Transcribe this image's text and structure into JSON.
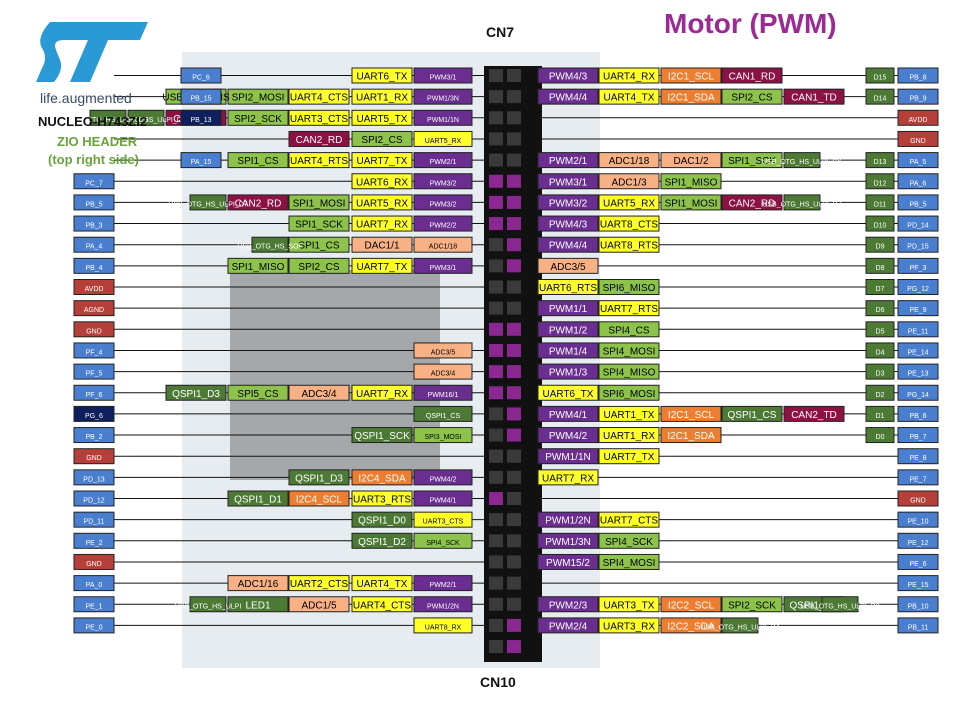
{
  "header": {
    "title": "Motor (PWM)",
    "cn_top": "CN7",
    "cn_bottom": "CN10",
    "brand": "life.augmented",
    "board": "NUCLEO-H743ZI2",
    "zio_line1": "ZIO HEADER",
    "zio_line2": "(top right side)"
  },
  "colors": {
    "title": "#9c2a94",
    "blue": "#4a7fd0",
    "green_light": "#8dc34a",
    "green_dark": "#4c7a35",
    "red": "#b5403a",
    "navy": "#0d1f5c",
    "yellow": "#ffff2a",
    "purple": "#6a2d90",
    "salmon": "#f7b184",
    "orange": "#ed7d2f",
    "maroon": "#8c1243",
    "pin_magenta": "#8b2790"
  },
  "rows_left": [
    {
      "pin": "PC_6",
      "cells": [
        {
          "t": "UART6_TX",
          "c": "yellow"
        },
        {
          "t": "PWM3/1",
          "c": "purple"
        }
      ]
    },
    {
      "pin": "PB_15",
      "cells": [
        {
          "t": "USB_OTG_HS",
          "c": "green_light"
        },
        {
          "t": "SPI2_MOSI",
          "c": "green_light"
        },
        {
          "t": "UART4_CTS",
          "c": "yellow"
        },
        {
          "t": "UART1_RX",
          "c": "yellow"
        },
        {
          "t": "PWM1/3N",
          "c": "purple"
        }
      ]
    },
    {
      "pin": "PB_13",
      "cells": [
        {
          "t": "USB_OTG_HS_ULPI_D6",
          "c": "green_dark"
        },
        {
          "t": "USB_OTG_HS_ULPI_D3",
          "c": "green_dark"
        },
        {
          "t": "CAN2_TD",
          "c": "maroon"
        },
        {
          "t": "SPI2_SCK",
          "c": "green_light"
        },
        {
          "t": "UART3_CTS",
          "c": "yellow"
        },
        {
          "t": "UART5_TX",
          "c": "yellow"
        },
        {
          "t": "PWM1/1N",
          "c": "purple"
        }
      ]
    },
    {
      "pin": "",
      "cells": [
        {
          "t": "CAN2_RD",
          "c": "maroon"
        },
        {
          "t": "SPI2_CS",
          "c": "green_light"
        },
        {
          "t": "UART5_RX",
          "c": "yellow"
        }
      ]
    },
    {
      "pin": "PA_15",
      "cells": [
        {
          "t": "SPI1_CS",
          "c": "green_light"
        },
        {
          "t": "UART4_RTS",
          "c": "yellow"
        },
        {
          "t": "UART7_TX",
          "c": "yellow"
        },
        {
          "t": "PWM2/1",
          "c": "purple"
        }
      ]
    },
    {
      "pin": "PC_7",
      "cells": [
        {
          "t": "UART6_RX",
          "c": "yellow"
        },
        {
          "t": "PWM3/2",
          "c": "purple"
        }
      ]
    },
    {
      "pin": "PB_5",
      "cells": [
        {
          "t": "USB_OTG_HS_ULPI_D7",
          "c": "green_dark"
        },
        {
          "t": "CAN2_RD",
          "c": "maroon"
        },
        {
          "t": "SPI1_MOSI",
          "c": "green_light"
        },
        {
          "t": "UART5_RX",
          "c": "yellow"
        },
        {
          "t": "PWM3/2",
          "c": "purple"
        }
      ]
    },
    {
      "pin": "PB_3",
      "cells": [
        {
          "t": "SPI1_SCK",
          "c": "green_light"
        },
        {
          "t": "UART7_RX",
          "c": "yellow"
        },
        {
          "t": "PWM2/2",
          "c": "purple"
        }
      ]
    },
    {
      "pin": "PA_4",
      "cells": [
        {
          "t": "USB_OTG_HS_SOF",
          "c": "green_dark"
        },
        {
          "t": "SPI1_CS",
          "c": "green_light"
        },
        {
          "t": "DAC1/1",
          "c": "salmon"
        },
        {
          "t": "ADC1/18",
          "c": "salmon"
        }
      ]
    },
    {
      "pin": "PB_4",
      "cells": [
        {
          "t": "SPI1_MISO",
          "c": "green_light"
        },
        {
          "t": "SPI2_CS",
          "c": "green_light"
        },
        {
          "t": "UART7_TX",
          "c": "yellow"
        },
        {
          "t": "PWM3/1",
          "c": "purple"
        }
      ]
    },
    {
      "pin": "AVDD",
      "cells": []
    },
    {
      "pin": "AGND",
      "cells": []
    },
    {
      "pin": "GND",
      "cells": []
    },
    {
      "pin": "PF_4",
      "cells": [
        {
          "t": "ADC3/5",
          "c": "salmon"
        }
      ]
    },
    {
      "pin": "PF_5",
      "cells": [
        {
          "t": "ADC3/4",
          "c": "salmon"
        }
      ]
    },
    {
      "pin": "PF_6",
      "cells": [
        {
          "t": "QSPI1_D3",
          "c": "green_dark"
        },
        {
          "t": "SPI5_CS",
          "c": "green_light"
        },
        {
          "t": "ADC3/4",
          "c": "salmon"
        },
        {
          "t": "UART7_RX",
          "c": "yellow"
        },
        {
          "t": "PWM16/1",
          "c": "purple"
        }
      ]
    },
    {
      "pin": "PG_6",
      "cells": [
        {
          "t": "QSPI1_CS",
          "c": "green_dark"
        }
      ]
    },
    {
      "pin": "PB_2",
      "cells": [
        {
          "t": "QSPI1_SCK",
          "c": "green_dark"
        },
        {
          "t": "SPI3_MOSI",
          "c": "green_light"
        }
      ]
    },
    {
      "pin": "GND",
      "cells": []
    },
    {
      "pin": "PD_13",
      "cells": [
        {
          "t": "QSPI1_D3",
          "c": "green_dark"
        },
        {
          "t": "I2C4_SDA",
          "c": "orange"
        },
        {
          "t": "PWM4/2",
          "c": "purple"
        }
      ]
    },
    {
      "pin": "PD_12",
      "cells": [
        {
          "t": "QSPI1_D1",
          "c": "green_dark"
        },
        {
          "t": "I2C4_SCL",
          "c": "orange"
        },
        {
          "t": "UART3_RTS",
          "c": "yellow"
        },
        {
          "t": "PWM4/1",
          "c": "purple"
        }
      ]
    },
    {
      "pin": "PD_11",
      "cells": [
        {
          "t": "QSPI1_D0",
          "c": "green_dark"
        },
        {
          "t": "UART3_CTS",
          "c": "yellow"
        }
      ]
    },
    {
      "pin": "PE_2",
      "cells": [
        {
          "t": "QSPI1_D2",
          "c": "green_dark"
        },
        {
          "t": "SPI4_SCK",
          "c": "green_light"
        }
      ]
    },
    {
      "pin": "GND",
      "cells": []
    },
    {
      "pin": "PA_0",
      "cells": [
        {
          "t": "ADC1/16",
          "c": "salmon"
        },
        {
          "t": "UART2_CTS",
          "c": "yellow"
        },
        {
          "t": "UART4_TX",
          "c": "yellow"
        },
        {
          "t": "PWM2/1",
          "c": "purple"
        }
      ]
    },
    {
      "pin": "PE_1",
      "cells": [
        {
          "t": "USB_OTG_HS_ULPI",
          "c": "green_dark"
        },
        {
          "t": "LED1",
          "c": "green_dark"
        },
        {
          "t": "ADC1/5",
          "c": "salmon"
        },
        {
          "t": "UART4_CTS",
          "c": "yellow"
        },
        {
          "t": "PWM1/2N",
          "c": "purple"
        }
      ]
    },
    {
      "pin": "PE_0",
      "cells": [
        {
          "t": "UART8_RX",
          "c": "yellow"
        }
      ]
    }
  ],
  "rows_right": [
    {
      "pin": "PB_8",
      "d": "D15",
      "cells": [
        {
          "t": "PWM4/3",
          "c": "purple"
        },
        {
          "t": "UART4_RX",
          "c": "yellow"
        },
        {
          "t": "I2C1_SCL",
          "c": "orange"
        },
        {
          "t": "CAN1_RD",
          "c": "maroon"
        }
      ]
    },
    {
      "pin": "PB_9",
      "d": "D14",
      "cells": [
        {
          "t": "PWM4/4",
          "c": "purple"
        },
        {
          "t": "UART4_TX",
          "c": "yellow"
        },
        {
          "t": "I2C1_SDA",
          "c": "orange"
        },
        {
          "t": "SPI2_CS",
          "c": "green_light"
        },
        {
          "t": "CAN1_TD",
          "c": "maroon"
        }
      ]
    },
    {
      "pin": "AVDD",
      "d": "",
      "cells": []
    },
    {
      "pin": "GND",
      "d": "",
      "cells": []
    },
    {
      "pin": "PA_5",
      "d": "D13",
      "cells": [
        {
          "t": "PWM2/1",
          "c": "purple"
        },
        {
          "t": "ADC1/18",
          "c": "salmon"
        },
        {
          "t": "DAC1/2",
          "c": "salmon"
        },
        {
          "t": "SPI1_SCK",
          "c": "green_light"
        },
        {
          "t": "USB_OTG_HS_ULPI_CK",
          "c": "green_dark"
        }
      ]
    },
    {
      "pin": "PA_6",
      "d": "D12",
      "cells": [
        {
          "t": "PWM3/1",
          "c": "purple"
        },
        {
          "t": "ADC1/3",
          "c": "salmon"
        },
        {
          "t": "SPI1_MISO",
          "c": "green_light"
        }
      ]
    },
    {
      "pin": "PB_5",
      "d": "D11",
      "cells": [
        {
          "t": "PWM3/2",
          "c": "purple"
        },
        {
          "t": "UART5_RX",
          "c": "yellow"
        },
        {
          "t": "SPI1_MOSI",
          "c": "green_light"
        },
        {
          "t": "CAN2_RD",
          "c": "maroon"
        },
        {
          "t": "USB_OTG_HS_ULPI_D7",
          "c": "green_dark"
        }
      ]
    },
    {
      "pin": "PD_14",
      "d": "D10",
      "cells": [
        {
          "t": "PWM4/3",
          "c": "purple"
        },
        {
          "t": "UART8_CTS",
          "c": "yellow"
        }
      ]
    },
    {
      "pin": "PD_15",
      "d": "D9",
      "cells": [
        {
          "t": "PWM4/4",
          "c": "purple"
        },
        {
          "t": "UART8_RTS",
          "c": "yellow"
        }
      ]
    },
    {
      "pin": "PF_3",
      "d": "D8",
      "cells": [
        {
          "t": "ADC3/5",
          "c": "salmon"
        }
      ]
    },
    {
      "pin": "PG_12",
      "d": "D7",
      "cells": [
        {
          "t": "UART6_RTS",
          "c": "yellow"
        },
        {
          "t": "SPI6_MISO",
          "c": "green_light"
        }
      ]
    },
    {
      "pin": "PE_9",
      "d": "D6",
      "cells": [
        {
          "t": "PWM1/1",
          "c": "purple"
        },
        {
          "t": "UART7_RTS",
          "c": "yellow"
        }
      ]
    },
    {
      "pin": "PE_11",
      "d": "D5",
      "cells": [
        {
          "t": "PWM1/2",
          "c": "purple"
        },
        {
          "t": "SPI4_CS",
          "c": "green_light"
        }
      ]
    },
    {
      "pin": "PE_14",
      "d": "D4",
      "cells": [
        {
          "t": "PWM1/4",
          "c": "purple"
        },
        {
          "t": "SPI4_MOSI",
          "c": "green_light"
        }
      ]
    },
    {
      "pin": "PE_13",
      "d": "D3",
      "cells": [
        {
          "t": "PWM1/3",
          "c": "purple"
        },
        {
          "t": "SPI4_MISO",
          "c": "green_light"
        }
      ]
    },
    {
      "pin": "PG_14",
      "d": "D2",
      "cells": [
        {
          "t": "UART6_TX",
          "c": "yellow"
        },
        {
          "t": "SPI6_MOSI",
          "c": "green_light"
        }
      ]
    },
    {
      "pin": "PB_6",
      "d": "D1",
      "cells": [
        {
          "t": "PWM4/1",
          "c": "purple"
        },
        {
          "t": "UART1_TX",
          "c": "yellow"
        },
        {
          "t": "I2C1_SCL",
          "c": "orange"
        },
        {
          "t": "QSPI1_CS",
          "c": "green_dark"
        },
        {
          "t": "CAN2_TD",
          "c": "maroon"
        }
      ]
    },
    {
      "pin": "PB_7",
      "d": "D0",
      "cells": [
        {
          "t": "PWM4/2",
          "c": "purple"
        },
        {
          "t": "UART1_RX",
          "c": "yellow"
        },
        {
          "t": "I2C1_SDA",
          "c": "orange"
        }
      ]
    },
    {
      "pin": "PE_8",
      "d": "",
      "cells": [
        {
          "t": "PWM1/1N",
          "c": "purple"
        },
        {
          "t": "UART7_TX",
          "c": "yellow"
        }
      ]
    },
    {
      "pin": "PE_7",
      "d": "",
      "cells": [
        {
          "t": "UART7_RX",
          "c": "yellow"
        }
      ]
    },
    {
      "pin": "GND",
      "d": "",
      "cells": []
    },
    {
      "pin": "PE_10",
      "d": "",
      "cells": [
        {
          "t": "PWM1/2N",
          "c": "purple"
        },
        {
          "t": "UART7_CTS",
          "c": "yellow"
        }
      ]
    },
    {
      "pin": "PE_12",
      "d": "",
      "cells": [
        {
          "t": "PWM1/3N",
          "c": "purple"
        },
        {
          "t": "SPI4_SCK",
          "c": "green_light"
        }
      ]
    },
    {
      "pin": "PE_6",
      "d": "",
      "cells": [
        {
          "t": "PWM15/2",
          "c": "purple"
        },
        {
          "t": "SPI4_MOSI",
          "c": "green_light"
        }
      ]
    },
    {
      "pin": "PE_15",
      "d": "",
      "cells": []
    },
    {
      "pin": "PB_10",
      "d": "",
      "cells": [
        {
          "t": "PWM2/3",
          "c": "purple"
        },
        {
          "t": "UART3_TX",
          "c": "yellow"
        },
        {
          "t": "I2C2_SCL",
          "c": "orange"
        },
        {
          "t": "SPI2_SCK",
          "c": "green_light"
        },
        {
          "t": "QSPI1_CS",
          "c": "green_dark"
        },
        {
          "t": "USB_OTG_HS_ULPI_D3",
          "c": "green_dark"
        }
      ]
    },
    {
      "pin": "PB_11",
      "d": "",
      "cells": [
        {
          "t": "PWM2/4",
          "c": "purple"
        },
        {
          "t": "UART3_RX",
          "c": "yellow"
        },
        {
          "t": "I2C2_SDA",
          "c": "orange"
        },
        {
          "t": "USB_OTG_HS_ULPI_D4",
          "c": "green_dark"
        }
      ]
    }
  ]
}
